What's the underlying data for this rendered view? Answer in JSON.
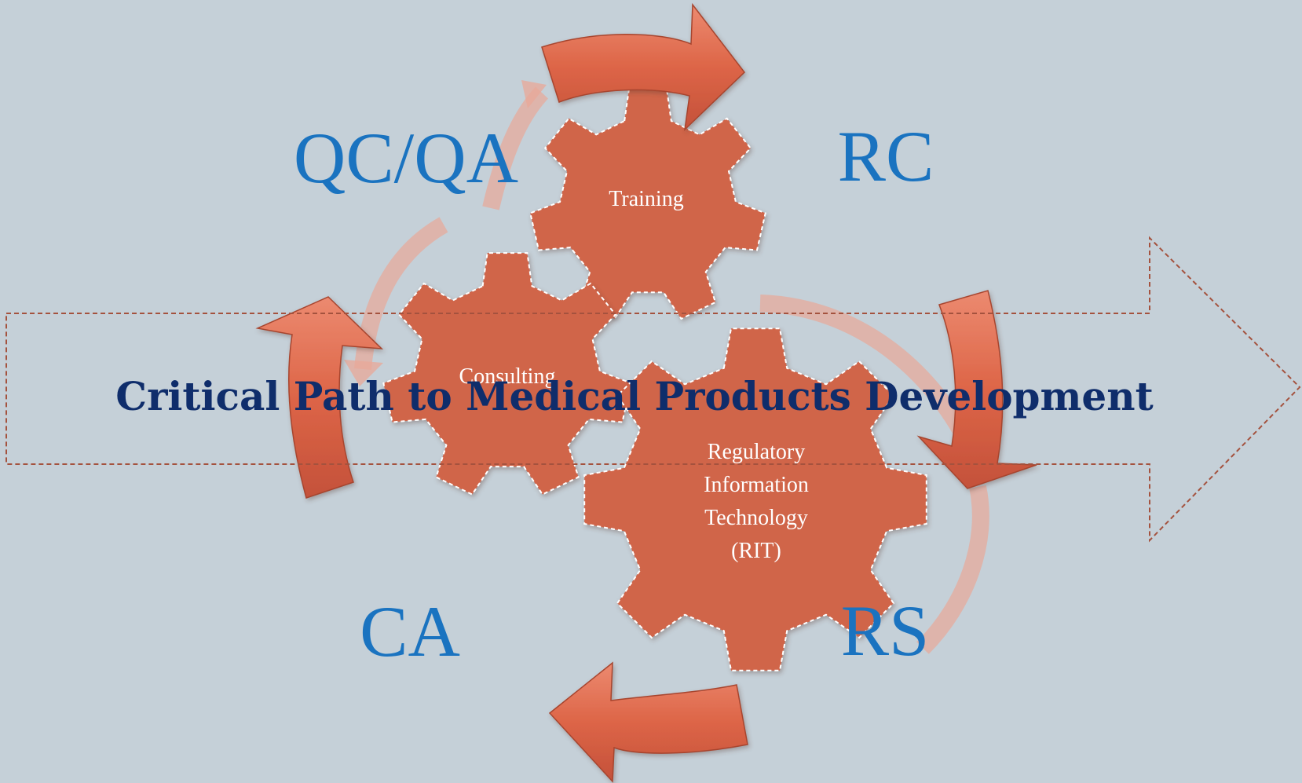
{
  "banner": {
    "text": "Critical Path to Medical Products Development"
  },
  "gears": {
    "training": "Training",
    "consulting": "Consulting",
    "rit": [
      "Regulatory",
      "Information",
      "Technology",
      "(RIT)"
    ]
  },
  "corners": {
    "top_left": "QC/QA",
    "top_right": "RC",
    "bottom_left": "CA",
    "bottom_right": "RS"
  },
  "colors": {
    "background": "#c5d0d8",
    "gear_fill": "#d0654a",
    "arrow_fill": "#e06a4e",
    "corner_text": "#1a73c0",
    "banner_text": "#0f2d6b",
    "banner_outline": "#a4523e"
  }
}
